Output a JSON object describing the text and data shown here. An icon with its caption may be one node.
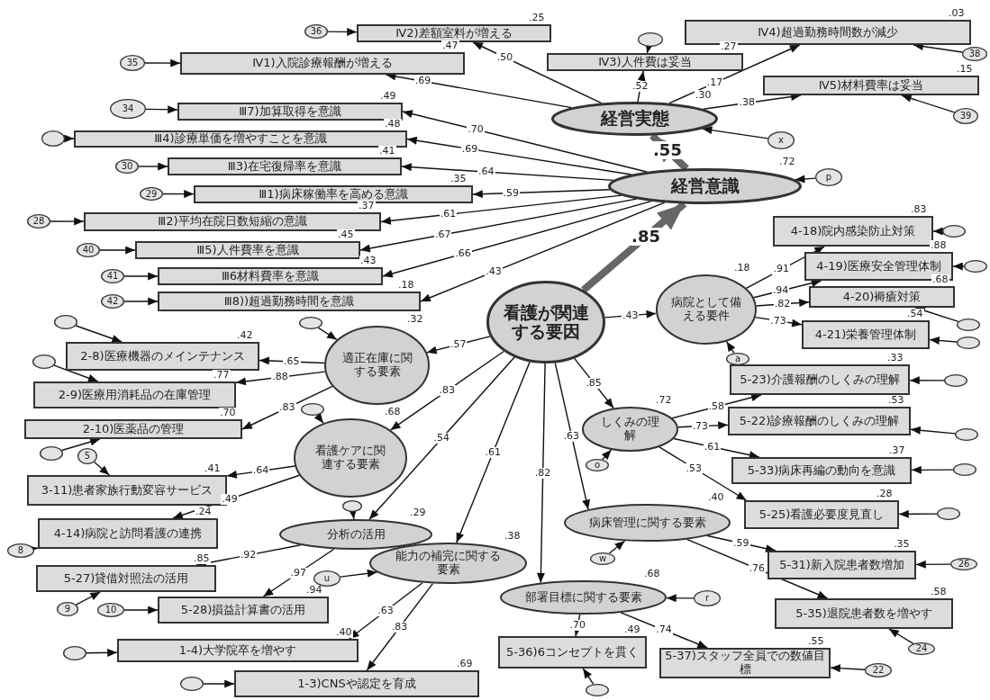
{
  "diagram": {
    "nodes": [
      {
        "text": [
          "Ⅳ2)差額室料が増える"
        ],
        "beside": [
          ".25"
        ]
      },
      {
        "text": [
          "36"
        ]
      },
      {
        "text": [
          "Ⅳ1)入院診療報酬が増える"
        ],
        "beside": [
          ".47"
        ]
      },
      {
        "text": [
          "35"
        ]
      },
      {
        "text": [
          "Ⅳ4)超過勤務時間数が減少"
        ],
        "beside": [
          ".03"
        ]
      },
      {
        "text": [
          "38"
        ]
      },
      {
        "text": [
          "Ⅳ3)人件費は妥当"
        ],
        "beside": [
          ".27"
        ]
      },
      {
        "text": [],
        "shape": "circle"
      },
      {
        "text": [
          "Ⅳ5)材料費率は妥当"
        ],
        "beside": [
          ".15"
        ]
      },
      {
        "text": [
          "39"
        ]
      },
      {
        "text": [
          "経営実態"
        ],
        "beside": [
          ".30"
        ]
      },
      {
        "text": [
          "x"
        ]
      },
      {
        "text": [
          "Ⅲ7)加算取得を意識"
        ],
        "beside": [
          ".49"
        ]
      },
      {
        "text": [
          "34"
        ]
      },
      {
        "text": [
          "Ⅲ4)診療単価を増やすことを意識"
        ],
        "beside": [
          ".48"
        ]
      },
      {
        "text": [],
        "shape": "circle"
      },
      {
        "text": [
          "Ⅲ3)在宅復帰率を意識"
        ],
        "beside": [
          ".41"
        ]
      },
      {
        "text": [
          "30"
        ]
      },
      {
        "text": [
          "Ⅲ1)病床稼働率を高める意識"
        ],
        "beside": [
          ".35"
        ]
      },
      {
        "text": [
          "29"
        ]
      },
      {
        "text": [
          "経営意識"
        ],
        "beside": [
          ".72"
        ]
      },
      {
        "text": [
          "p"
        ]
      },
      {
        "text": [
          "Ⅲ2)平均在院日数短縮の意識"
        ],
        "beside": [
          ".37"
        ]
      },
      {
        "text": [
          "28"
        ]
      },
      {
        "text": [
          "Ⅲ5)人件費率を意識"
        ],
        "beside": [
          ".45"
        ]
      },
      {
        "text": [
          "40"
        ]
      },
      {
        "text": [
          "Ⅲ6材料費率を意識"
        ],
        "beside": [
          ".43"
        ]
      },
      {
        "text": [
          "41"
        ]
      },
      {
        "text": [
          "Ⅲ8))超過勤務時間を意識"
        ],
        "beside": [
          ".18"
        ]
      },
      {
        "text": [
          "42"
        ]
      },
      {
        "text": [
          "4-18)院内感染防止対策"
        ],
        "beside": [
          ".83"
        ]
      },
      {
        "text": [],
        "shape": "circle"
      },
      {
        "text": [
          "4-19)医療安全管理体制"
        ],
        "beside": [
          ".88"
        ]
      },
      {
        "text": [],
        "shape": "circle"
      },
      {
        "text": [
          "病院として備える要件"
        ],
        "beside": [
          ".18"
        ]
      },
      {
        "text": [
          "4-20)褥瘡対策"
        ],
        "beside": [
          ".68"
        ]
      },
      {
        "text": [],
        "shape": "circle"
      },
      {
        "text": [
          "4-21)栄養管理体制"
        ],
        "beside": [
          ".54"
        ]
      },
      {
        "text": [],
        "shape": "circle"
      },
      {
        "text": [
          "a"
        ]
      },
      {
        "text": [
          "看護が関連する要因"
        ]
      },
      {
        "text": [
          "適正在庫に関する要素"
        ],
        "beside": [
          ".32"
        ]
      },
      {
        "text": [],
        "shape": "circle"
      },
      {
        "text": [
          "2-8)医療機器のメインテナンス"
        ],
        "beside": [
          ".42"
        ]
      },
      {
        "text": [],
        "shape": "circle"
      },
      {
        "text": [
          "2-9)医療用消耗品の在庫管理"
        ],
        "beside": [
          ".77"
        ]
      },
      {
        "text": [],
        "shape": "circle"
      },
      {
        "text": [
          "2-10)医薬品の管理"
        ],
        "beside": [
          ".70"
        ]
      },
      {
        "text": [],
        "shape": "circle"
      },
      {
        "text": [
          "看護ケアに関連する要素"
        ],
        "beside": [
          ".68"
        ]
      },
      {
        "text": [],
        "shape": "circle"
      },
      {
        "text": [
          "3-11)患者家族行動変容サービス"
        ],
        "beside": [
          ".41"
        ]
      },
      {
        "text": [
          "5"
        ]
      },
      {
        "text": [
          "4-14)病院と訪問看護の連携"
        ],
        "beside": [
          ".24"
        ]
      },
      {
        "text": [
          "8"
        ]
      },
      {
        "text": [
          "分析の活用"
        ],
        "beside": [
          ".29"
        ]
      },
      {
        "text": [],
        "shape": "circle"
      },
      {
        "text": [
          "5-27)貸借対照法の活用"
        ],
        "beside": [
          ".85"
        ]
      },
      {
        "text": [
          "9"
        ]
      },
      {
        "text": [
          "5-28)損益計算書の活用"
        ],
        "beside": [
          ".94"
        ]
      },
      {
        "text": [
          "10"
        ]
      },
      {
        "text": [
          "能力の補完に関する要素"
        ],
        "beside": [
          ".38"
        ]
      },
      {
        "text": [
          "u"
        ]
      },
      {
        "text": [
          "1-4)大学院卒を増やす"
        ],
        "beside": [
          ".40"
        ]
      },
      {
        "text": [],
        "shape": "circle"
      },
      {
        "text": [
          "1-3)CNSや認定を育成"
        ],
        "beside": [
          ".69"
        ]
      },
      {
        "text": [],
        "shape": "circle"
      },
      {
        "text": [
          "しくみの理解"
        ],
        "beside": [
          ".72"
        ]
      },
      {
        "text": [
          "o"
        ]
      },
      {
        "text": [
          "5-23)介護報酬のしくみの理解"
        ],
        "beside": [
          ".33"
        ]
      },
      {
        "text": [],
        "shape": "circle"
      },
      {
        "text": [
          "5-22)診療報酬のしくみの理解"
        ],
        "beside": [
          ".53"
        ]
      },
      {
        "text": [],
        "shape": "circle"
      },
      {
        "text": [
          "5-33)病床再編の動向を意識"
        ],
        "beside": [
          ".37"
        ]
      },
      {
        "text": [],
        "shape": "circle"
      },
      {
        "text": [
          "5-25)看護必要度見直し"
        ],
        "beside": [
          ".28"
        ]
      },
      {
        "text": [],
        "shape": "circle"
      },
      {
        "text": [
          "病床管理に関する要素"
        ],
        "beside": [
          ".40"
        ]
      },
      {
        "text": [
          "w"
        ]
      },
      {
        "text": [
          "5-31)新入院患者数増加"
        ],
        "beside": [
          ".35"
        ]
      },
      {
        "text": [
          "26"
        ]
      },
      {
        "text": [
          "5-35)退院患者数を増やす"
        ],
        "beside": [
          ".58"
        ]
      },
      {
        "text": [
          "24"
        ]
      },
      {
        "text": [
          "部署目標に関する要素"
        ],
        "beside": [
          ".68"
        ]
      },
      {
        "text": [
          "r"
        ]
      },
      {
        "text": [
          "5-36)6コンセプトを貫く"
        ],
        "beside": [
          ".49"
        ]
      },
      {
        "text": [],
        "shape": "circle"
      },
      {
        "text": [
          "5-37)スタッフ全員での数値目標"
        ],
        "beside": [
          ".55"
        ]
      },
      {
        "text": [
          "22"
        ]
      }
    ],
    "edges": [
      {
        "from": 40,
        "to": 20,
        "arrow": "to",
        "label": ".85",
        "style": "thick",
        "color": "#666666"
      },
      {
        "from": 20,
        "to": 10,
        "arrow": "to",
        "label": ".55",
        "style": "thick",
        "color": "#666666"
      },
      {
        "from": 40,
        "to": 34,
        "arrow": "to",
        "label": ".43"
      },
      {
        "from": 40,
        "to": 41,
        "arrow": "to",
        "label": ".57"
      },
      {
        "from": 40,
        "to": 49,
        "arrow": "to",
        "label": ".83"
      },
      {
        "from": 40,
        "to": 55,
        "arrow": "to",
        "label": ".54"
      },
      {
        "from": 40,
        "to": 61,
        "arrow": "to",
        "label": ".61"
      },
      {
        "from": 40,
        "to": 83,
        "arrow": "to",
        "label": ".82"
      },
      {
        "from": 40,
        "to": 77,
        "arrow": "to",
        "label": ".63"
      },
      {
        "from": 40,
        "to": 67,
        "arrow": "to",
        "label": ".85"
      },
      {
        "from": 10,
        "to": 0,
        "arrow": "to",
        "label": ".50"
      },
      {
        "from": 10,
        "to": 2,
        "arrow": "to",
        "label": ".69"
      },
      {
        "from": 10,
        "to": 6,
        "arrow": "to",
        "label": ".52"
      },
      {
        "from": 10,
        "to": 4,
        "arrow": "to",
        "label": ".17"
      },
      {
        "from": 10,
        "to": 8,
        "arrow": "to",
        "label": ".38"
      },
      {
        "from": 20,
        "to": 12,
        "arrow": "to",
        "label": ".70"
      },
      {
        "from": 20,
        "to": 14,
        "arrow": "to",
        "label": ".69"
      },
      {
        "from": 20,
        "to": 16,
        "arrow": "to",
        "label": ".64"
      },
      {
        "from": 20,
        "to": 18,
        "arrow": "to",
        "label": ".59"
      },
      {
        "from": 20,
        "to": 22,
        "arrow": "to",
        "label": ".61"
      },
      {
        "from": 20,
        "to": 24,
        "arrow": "to",
        "label": ".67"
      },
      {
        "from": 20,
        "to": 26,
        "arrow": "to",
        "label": ".66"
      },
      {
        "from": 20,
        "to": 28,
        "arrow": "to",
        "label": ".43"
      },
      {
        "from": 34,
        "to": 30,
        "arrow": "to",
        "label": ".91"
      },
      {
        "from": 34,
        "to": 32,
        "arrow": "to",
        "label": ".94"
      },
      {
        "from": 34,
        "to": 35,
        "arrow": "to",
        "label": ".82"
      },
      {
        "from": 34,
        "to": 37,
        "arrow": "to",
        "label": ".73"
      },
      {
        "from": 41,
        "to": 43,
        "arrow": "to",
        "label": ".65"
      },
      {
        "from": 41,
        "to": 45,
        "arrow": "to",
        "label": ".88"
      },
      {
        "from": 41,
        "to": 47,
        "arrow": "to",
        "label": ".83"
      },
      {
        "from": 49,
        "to": 51,
        "arrow": "to",
        "label": ".64"
      },
      {
        "from": 49,
        "to": 53,
        "arrow": "to",
        "label": ".49"
      },
      {
        "from": 55,
        "to": 57,
        "arrow": "to",
        "label": ".92"
      },
      {
        "from": 55,
        "to": 59,
        "arrow": "to",
        "label": ".97"
      },
      {
        "from": 61,
        "to": 63,
        "arrow": "to",
        "label": ".63"
      },
      {
        "from": 61,
        "to": 65,
        "arrow": "to",
        "label": ".83"
      },
      {
        "from": 67,
        "to": 69,
        "arrow": "to",
        "label": ".58"
      },
      {
        "from": 67,
        "to": 71,
        "arrow": "to",
        "label": ".73"
      },
      {
        "from": 67,
        "to": 73,
        "arrow": "to",
        "label": ".61"
      },
      {
        "from": 67,
        "to": 75,
        "arrow": "to",
        "label": ".53"
      },
      {
        "from": 77,
        "to": 79,
        "arrow": "to",
        "label": ".59"
      },
      {
        "from": 77,
        "to": 81,
        "arrow": "to",
        "label": ".76"
      },
      {
        "from": 83,
        "to": 85,
        "arrow": "to",
        "label": ".70"
      },
      {
        "from": 83,
        "to": 87,
        "arrow": "to",
        "label": ".74"
      },
      {
        "from": 1,
        "to": 0,
        "arrow": "to"
      },
      {
        "from": 3,
        "to": 2,
        "arrow": "to"
      },
      {
        "from": 5,
        "to": 4,
        "arrow": "to"
      },
      {
        "from": 7,
        "to": 6,
        "arrow": "to"
      },
      {
        "from": 9,
        "to": 8,
        "arrow": "to"
      },
      {
        "from": 11,
        "to": 10,
        "arrow": "to"
      },
      {
        "from": 13,
        "to": 12,
        "arrow": "to"
      },
      {
        "from": 15,
        "to": 14,
        "arrow": "to"
      },
      {
        "from": 17,
        "to": 16,
        "arrow": "to"
      },
      {
        "from": 19,
        "to": 18,
        "arrow": "to"
      },
      {
        "from": 21,
        "to": 20,
        "arrow": "to"
      },
      {
        "from": 23,
        "to": 22,
        "arrow": "to"
      },
      {
        "from": 25,
        "to": 24,
        "arrow": "to"
      },
      {
        "from": 27,
        "to": 26,
        "arrow": "to"
      },
      {
        "from": 29,
        "to": 28,
        "arrow": "to"
      },
      {
        "from": 31,
        "to": 30,
        "arrow": "to"
      },
      {
        "from": 33,
        "to": 32,
        "arrow": "to"
      },
      {
        "from": 36,
        "to": 35,
        "arrow": "to"
      },
      {
        "from": 38,
        "to": 37,
        "arrow": "to"
      },
      {
        "from": 39,
        "to": 34,
        "arrow": "to"
      },
      {
        "from": 42,
        "to": 41,
        "arrow": "to"
      },
      {
        "from": 44,
        "to": 43,
        "arrow": "to"
      },
      {
        "from": 46,
        "to": 45,
        "arrow": "to"
      },
      {
        "from": 48,
        "to": 47,
        "arrow": "to"
      },
      {
        "from": 50,
        "to": 49,
        "arrow": "to"
      },
      {
        "from": 52,
        "to": 51,
        "arrow": "to"
      },
      {
        "from": 54,
        "to": 53,
        "arrow": "to"
      },
      {
        "from": 56,
        "to": 55,
        "arrow": "to"
      },
      {
        "from": 58,
        "to": 57,
        "arrow": "to"
      },
      {
        "from": 60,
        "to": 59,
        "arrow": "to"
      },
      {
        "from": 62,
        "to": 61,
        "arrow": "to"
      },
      {
        "from": 64,
        "to": 63,
        "arrow": "to"
      },
      {
        "from": 66,
        "to": 65,
        "arrow": "to"
      },
      {
        "from": 68,
        "to": 67,
        "arrow": "to"
      },
      {
        "from": 70,
        "to": 69,
        "arrow": "to"
      },
      {
        "from": 72,
        "to": 71,
        "arrow": "to"
      },
      {
        "from": 74,
        "to": 73,
        "arrow": "to"
      },
      {
        "from": 76,
        "to": 75,
        "arrow": "to"
      },
      {
        "from": 78,
        "to": 77,
        "arrow": "to"
      },
      {
        "from": 80,
        "to": 79,
        "arrow": "to"
      },
      {
        "from": 82,
        "to": 81,
        "arrow": "to"
      },
      {
        "from": 84,
        "to": 83,
        "arrow": "to"
      },
      {
        "from": 86,
        "to": 85,
        "arrow": "to"
      },
      {
        "from": 88,
        "to": 87,
        "arrow": "to"
      }
    ]
  }
}
